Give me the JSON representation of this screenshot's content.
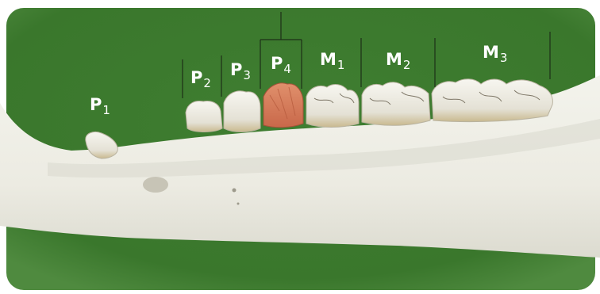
{
  "labels": {
    "p1": {
      "letter": "P",
      "sub": "1"
    },
    "p2": {
      "letter": "P",
      "sub": "2"
    },
    "p3": {
      "letter": "P",
      "sub": "3"
    },
    "p4": {
      "letter": "P",
      "sub": "4"
    },
    "m1": {
      "letter": "M",
      "sub": "1"
    },
    "m2": {
      "letter": "M",
      "sub": "2"
    },
    "m3": {
      "letter": "M",
      "sub": "3"
    }
  },
  "colors": {
    "background": "#3c7a2f",
    "bone": "#eeeee6",
    "tooth": "#e9e7dd",
    "highlight_tooth": "#d9805e",
    "divider": "#1d2f18",
    "label": "#ffffff"
  }
}
